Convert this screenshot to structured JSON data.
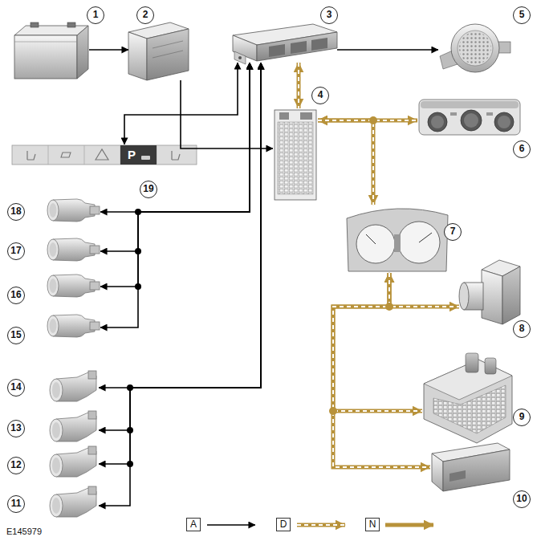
{
  "diagram": {
    "nodes": [
      {
        "text": [
          "1"
        ]
      },
      {
        "text": [
          "2"
        ]
      },
      {
        "text": [
          "3"
        ]
      },
      {
        "text": [
          "4"
        ]
      },
      {
        "text": [
          "5"
        ]
      },
      {
        "text": [
          "6"
        ]
      },
      {
        "text": [
          "7"
        ]
      },
      {
        "text": [
          "8"
        ]
      },
      {
        "text": [
          "9"
        ]
      },
      {
        "text": [
          "10"
        ]
      },
      {
        "text": [
          "11"
        ]
      },
      {
        "text": [
          "12"
        ]
      },
      {
        "text": [
          "13"
        ]
      },
      {
        "text": [
          "14"
        ]
      },
      {
        "text": [
          "15"
        ]
      },
      {
        "text": [
          "16"
        ]
      },
      {
        "text": [
          "17"
        ]
      },
      {
        "text": [
          "18"
        ]
      },
      {
        "text": [
          "19"
        ]
      }
    ],
    "edges": [
      {
        "from": 0,
        "to": 1,
        "arrow": "to"
      },
      {
        "from": 1,
        "to": 3,
        "arrow": "to"
      },
      {
        "from": 2,
        "to": 18,
        "arrow": "both"
      },
      {
        "from": 2,
        "to": 4,
        "arrow": "to"
      },
      {
        "from": 2,
        "to": 3,
        "arrow": "both"
      },
      {
        "from": 3,
        "to": 5,
        "arrow": "both"
      },
      {
        "from": 3,
        "to": 6,
        "arrow": "both"
      },
      {
        "from": 6,
        "to": 7,
        "arrow": "both"
      },
      {
        "from": 6,
        "to": 8,
        "arrow": "both"
      },
      {
        "from": 6,
        "to": 9,
        "arrow": "both"
      },
      {
        "from": 17,
        "to": 2,
        "arrow": "both"
      },
      {
        "from": 16,
        "to": 2,
        "arrow": "both"
      },
      {
        "from": 15,
        "to": 2,
        "arrow": "both"
      },
      {
        "from": 14,
        "to": 2,
        "arrow": "both"
      },
      {
        "from": 13,
        "to": 2,
        "arrow": "both"
      },
      {
        "from": 12,
        "to": 2,
        "arrow": "both"
      },
      {
        "from": 11,
        "to": 2,
        "arrow": "both"
      },
      {
        "from": 10,
        "to": 2,
        "arrow": "both"
      }
    ],
    "labels": [
      "P",
      "E145979"
    ],
    "legend": [
      {
        "text": "A"
      },
      {
        "text": "D"
      },
      {
        "text": "N"
      }
    ]
  }
}
